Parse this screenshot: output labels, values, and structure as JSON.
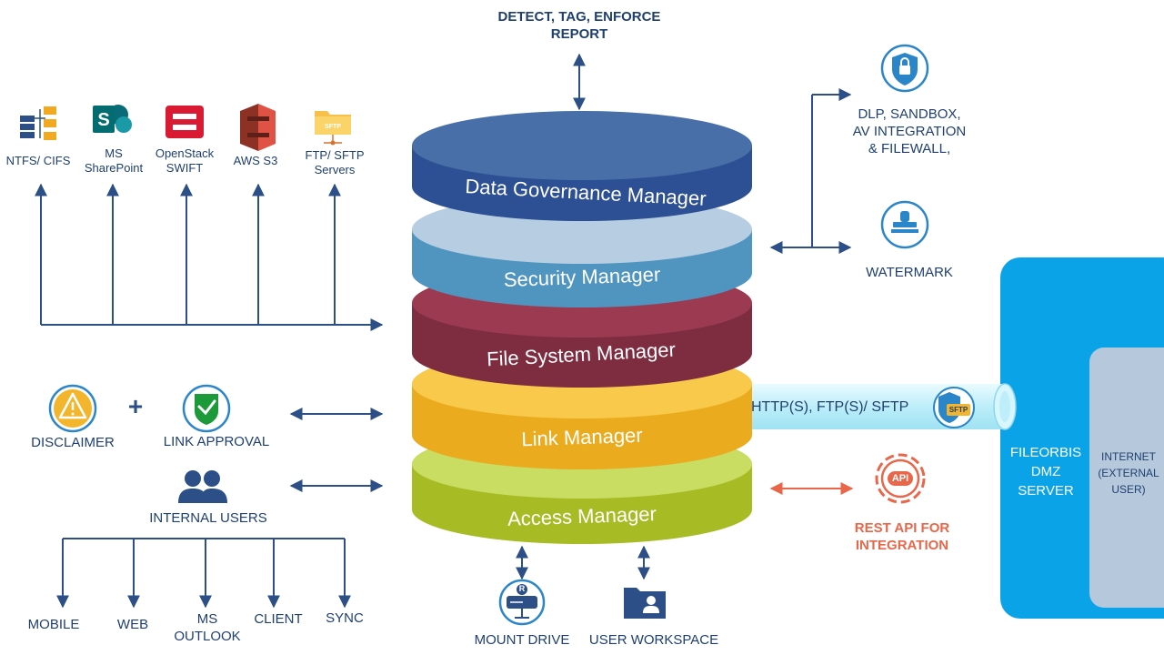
{
  "top": {
    "line1": "DETECT, TAG, ENFORCE",
    "line2": "REPORT"
  },
  "layers": [
    {
      "label": "Data Governance Manager",
      "color": "#2e5597"
    },
    {
      "label": "Security Manager",
      "color": "#5a9ec7"
    },
    {
      "label": "File System Manager",
      "color": "#8c3447"
    },
    {
      "label": "Link Manager",
      "color": "#f2b52c"
    },
    {
      "label": "Access Manager",
      "color": "#b5c935"
    }
  ],
  "storage": [
    {
      "name": "ntfs-cifs",
      "lines": [
        "NTFS/ CIFS"
      ]
    },
    {
      "name": "ms-sharepoint",
      "lines": [
        "MS",
        "SharePoint"
      ]
    },
    {
      "name": "openstack-swift",
      "lines": [
        "OpenStack",
        "SWIFT"
      ]
    },
    {
      "name": "aws-s3",
      "lines": [
        "AWS S3"
      ]
    },
    {
      "name": "ftp-sftp-servers",
      "lines": [
        "FTP/ SFTP",
        "Servers"
      ]
    }
  ],
  "right": {
    "dlp": [
      "DLP, SANDBOX,",
      "AV INTEGRATION",
      "& FILEWALL,"
    ],
    "watermark": "WATERMARK",
    "pipe": "HTTP(S), FTP(S)/ SFTP",
    "sftp_badge": "SFTP",
    "api_badge": "API",
    "rest": [
      "REST API FOR",
      "INTEGRATION"
    ],
    "dmz": [
      "FILEORBIS",
      "DMZ",
      "SERVER"
    ],
    "internet": [
      "INTERNET",
      "(EXTERNAL",
      "USER)"
    ]
  },
  "left": {
    "disclaimer": "DISCLAIMER",
    "plus": "+",
    "link_approval": "LINK APPROVAL",
    "internal_users": "INTERNAL USERS",
    "clients": [
      {
        "name": "mobile",
        "lines": [
          "MOBILE"
        ]
      },
      {
        "name": "web",
        "lines": [
          "WEB"
        ]
      },
      {
        "name": "ms-outlook",
        "lines": [
          "MS",
          "OUTLOOK"
        ]
      },
      {
        "name": "client",
        "lines": [
          "CLIENT"
        ]
      },
      {
        "name": "sync",
        "lines": [
          "SYNC"
        ]
      }
    ]
  },
  "bottom": {
    "mount_drive": "MOUNT DRIVE",
    "user_workspace": "USER WORKSPACE",
    "mount_badge": "R"
  },
  "colors": {
    "navy": "#1f3f6e",
    "arrow": "#2b4f86",
    "coral": "#e8674a",
    "cyan": "#0ba3e8",
    "panel": "#b6c8dc",
    "pipe": "#c9f1fb"
  }
}
